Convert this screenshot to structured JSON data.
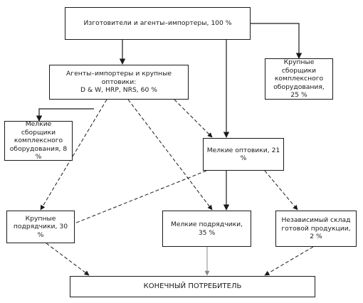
{
  "nodes": {
    "manufacturers": {
      "lines": [
        "Изготовители и агенты–импортеры, 100 %"
      ]
    },
    "big_wholesalers": {
      "lines": [
        "Агенты–импортеры и крупные оптовики:",
        "D & W, HRP, NRS, 60 %"
      ]
    },
    "large_assemblers": {
      "lines": [
        "Крупные сборщики",
        "комплексного",
        "оборудования, 25 %"
      ]
    },
    "small_assemblers": {
      "lines": [
        "Мелкие сборщики",
        "комплексного",
        "оборудования, 8 %"
      ]
    },
    "small_wholesalers": {
      "lines": [
        "Мелкие оптовики, 21 %"
      ]
    },
    "large_contractors": {
      "lines": [
        "Крупные",
        "подрядчики, 30 %"
      ]
    },
    "small_contractors": {
      "lines": [
        "Мелкие подрядчики, 35 %"
      ]
    },
    "independent_warehouse": {
      "lines": [
        "Независимый склад",
        "готовой продукции, 2 %"
      ]
    },
    "end_consumer": {
      "lines": [
        "КОНЕЧНЫЙ ПОТРЕБИТЕЛЬ"
      ]
    }
  },
  "colors": {
    "line": "#1a1a1a",
    "light_line": "#888888",
    "background": "#ffffff"
  }
}
